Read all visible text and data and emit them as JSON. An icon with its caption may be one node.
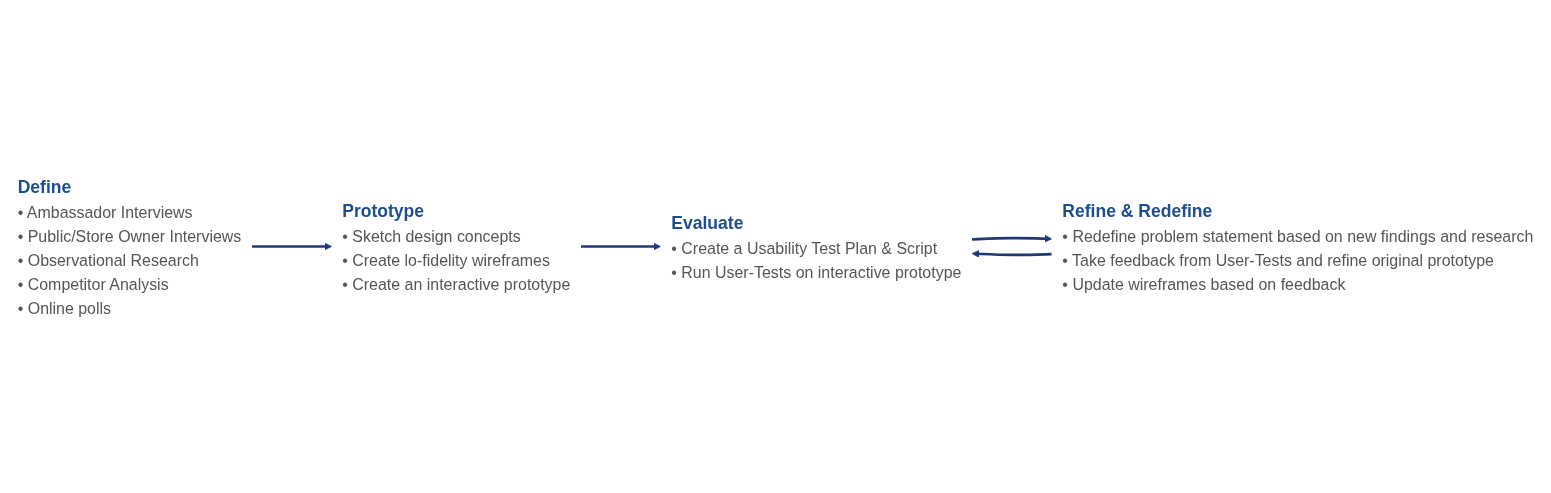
{
  "diagram": {
    "nodes": [
      {
        "text": [
          "Define",
          "• Ambassador Interviews",
          "• Public/Store Owner Interviews",
          "• Observational Research",
          "• Competitor Analysis",
          "• Online polls"
        ]
      },
      {
        "text": [
          "Prototype",
          "• Sketch design concepts",
          "• Create lo-fidelity wireframes",
          "• Create an interactive prototype"
        ]
      },
      {
        "text": [
          "Evaluate",
          "• Create a Usability Test Plan & Script",
          "• Run User-Tests on interactive prototype"
        ]
      },
      {
        "text": [
          "Refine & Redefine",
          "• Redefine problem statement based on new findings and research",
          "• Take feedback from User-Tests and refine original prototype",
          "• Update wireframes based on feedback"
        ]
      }
    ],
    "edges": [
      {
        "from": 0,
        "to": 1,
        "arrow": "to"
      },
      {
        "from": 1,
        "to": 2,
        "arrow": "to"
      },
      {
        "from": 2,
        "to": 3,
        "arrow": "to"
      },
      {
        "from": 3,
        "to": 2,
        "arrow": "to"
      }
    ]
  }
}
